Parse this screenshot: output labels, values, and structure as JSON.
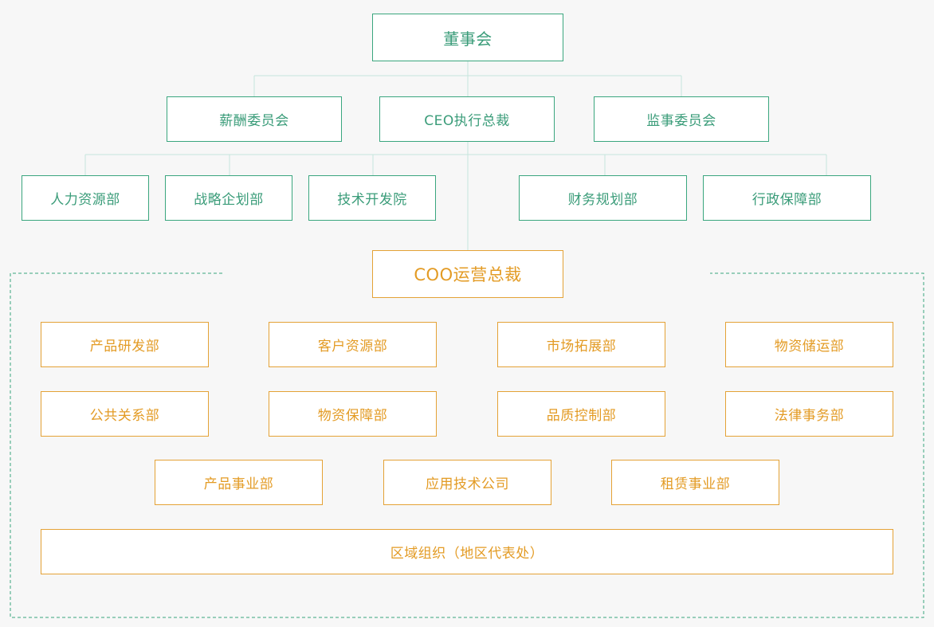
{
  "board": {
    "label": "董事会"
  },
  "level2": [
    {
      "label": "薪酬委员会"
    },
    {
      "label": "CEO执行总裁"
    },
    {
      "label": "监事委员会"
    }
  ],
  "departments": [
    {
      "label": "人力资源部"
    },
    {
      "label": "战略企划部"
    },
    {
      "label": "技术开发院"
    },
    {
      "label": "财务规划部"
    },
    {
      "label": "行政保障部"
    }
  ],
  "coo": {
    "label": "COO运营总裁",
    "units_row1": [
      {
        "label": "产品研发部"
      },
      {
        "label": "客户资源部"
      },
      {
        "label": "市场拓展部"
      },
      {
        "label": "物资储运部"
      }
    ],
    "units_row2": [
      {
        "label": "公共关系部"
      },
      {
        "label": "物资保障部"
      },
      {
        "label": "品质控制部"
      },
      {
        "label": "法律事务部"
      }
    ],
    "units_row3": [
      {
        "label": "产品事业部"
      },
      {
        "label": "应用技术公司"
      },
      {
        "label": "租赁事业部"
      }
    ],
    "regional": {
      "label": "区域组织（地区代表处）"
    }
  },
  "colors": {
    "governance": "#3aa67e",
    "operations": "#e4a236",
    "connector": "#bfe3d8",
    "background": "#f7f7f7"
  }
}
